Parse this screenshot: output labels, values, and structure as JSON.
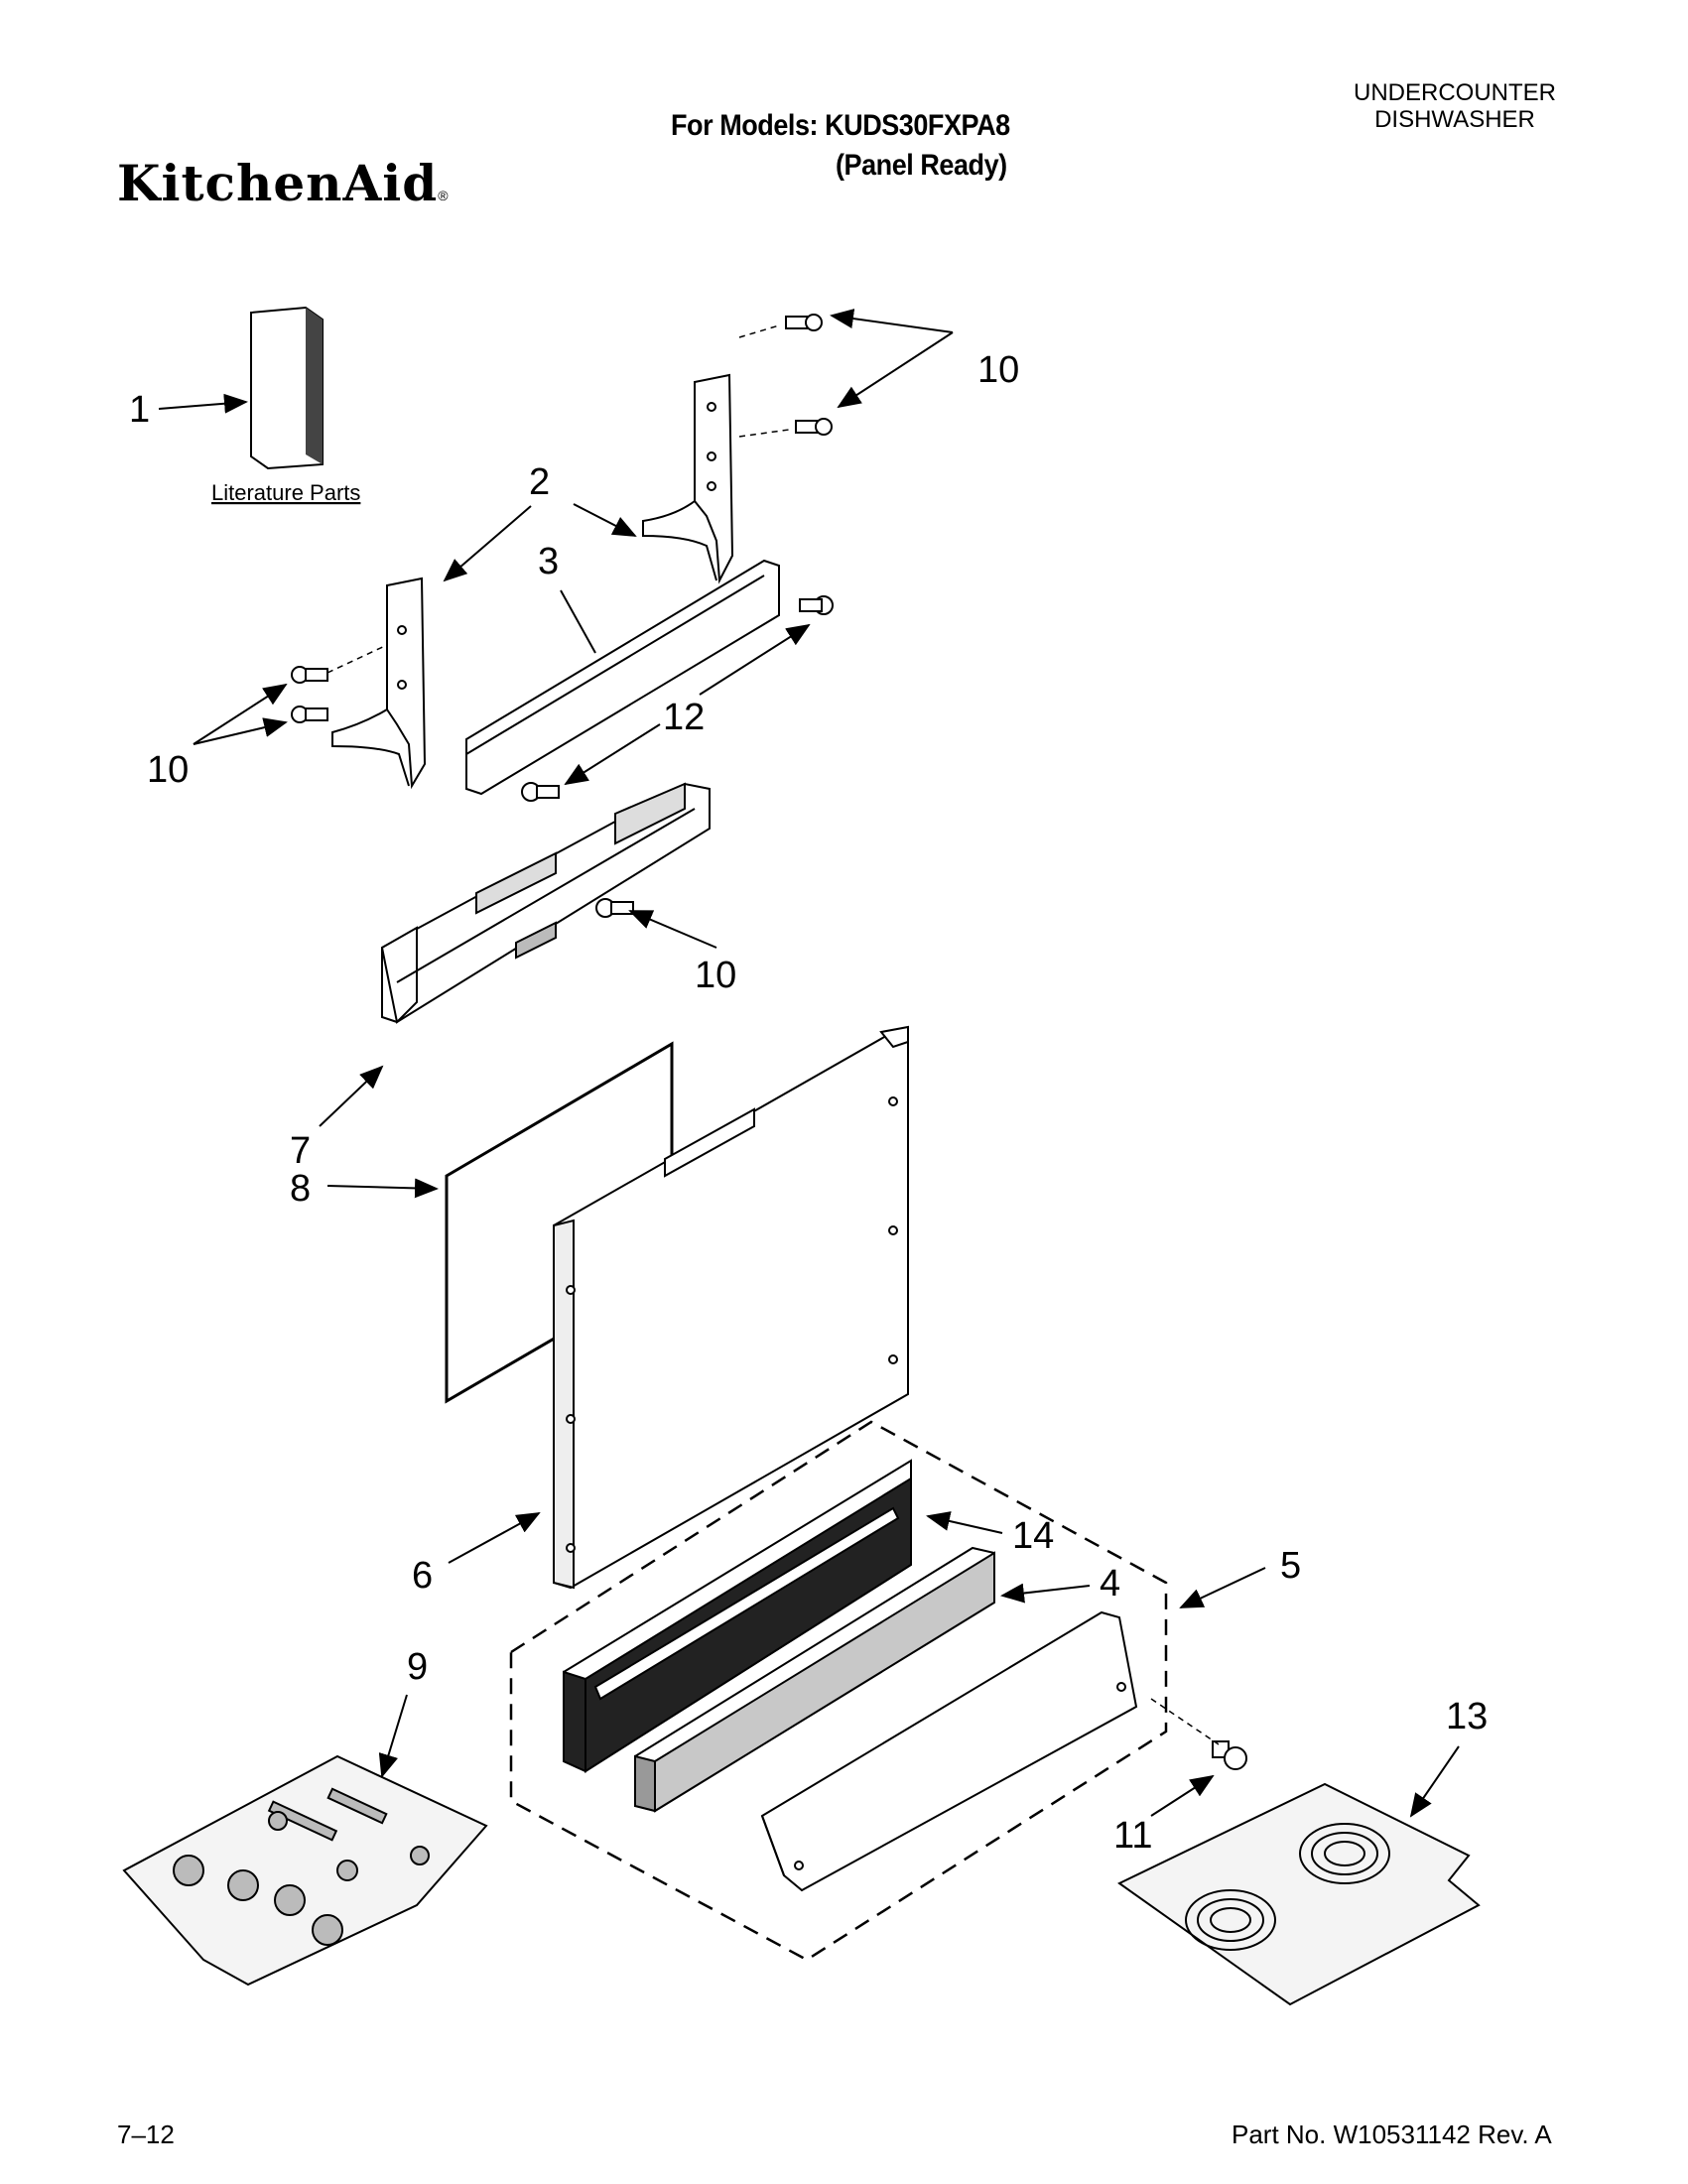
{
  "header": {
    "brand": "KitchenAid",
    "brand_mark": "®",
    "models_line": "For Models: KUDS30FXPA8",
    "variant_line": "(Panel Ready)",
    "category_line1": "UNDERCOUNTER",
    "category_line2": "DISHWASHER"
  },
  "diagram": {
    "literature_label": "Literature Parts",
    "callouts": {
      "c1": "1",
      "c2": "2",
      "c3": "3",
      "c4": "4",
      "c5": "5",
      "c6": "6",
      "c7": "7",
      "c8": "8",
      "c9": "9",
      "c10a": "10",
      "c10b": "10",
      "c10c": "10",
      "c11": "11",
      "c12": "12",
      "c13": "13",
      "c14": "14"
    }
  },
  "footer": {
    "page_number": "7–12",
    "part_number": "Part No. W10531142 Rev. A"
  }
}
